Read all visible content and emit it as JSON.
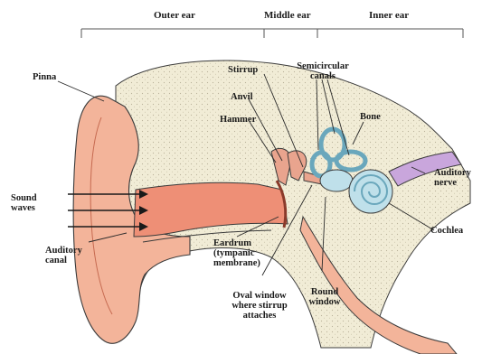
{
  "sections": {
    "outer": "Outer ear",
    "middle": "Middle ear",
    "inner": "Inner ear"
  },
  "labels": {
    "pinna": "Pinna",
    "stirrup": "Stirrup",
    "semicircular_1": "Semicircular",
    "semicircular_2": "canals",
    "anvil": "Anvil",
    "hammer": "Hammer",
    "bone": "Bone",
    "sound_1": "Sound",
    "sound_2": "waves",
    "auditory_nerve_1": "Auditory",
    "auditory_nerve_2": "nerve",
    "cochlea": "Cochlea",
    "auditory_canal_1": "Auditory",
    "auditory_canal_2": "canal",
    "eardrum_1": "Eardrum",
    "eardrum_2": "(tympanic",
    "eardrum_3": "membrane)",
    "round_window_1": "Round",
    "round_window_2": "window",
    "oval_window_1": "Oval window",
    "oval_window_2": "where stirrup",
    "oval_window_3": "attaches"
  },
  "colors": {
    "skin": "#f3b49a",
    "canal": "#ee8f76",
    "bone": "#f1ecd6",
    "cochlea": "#bfe0ea",
    "nerve": "#c9a6dc",
    "outline": "#3a3a3a"
  }
}
